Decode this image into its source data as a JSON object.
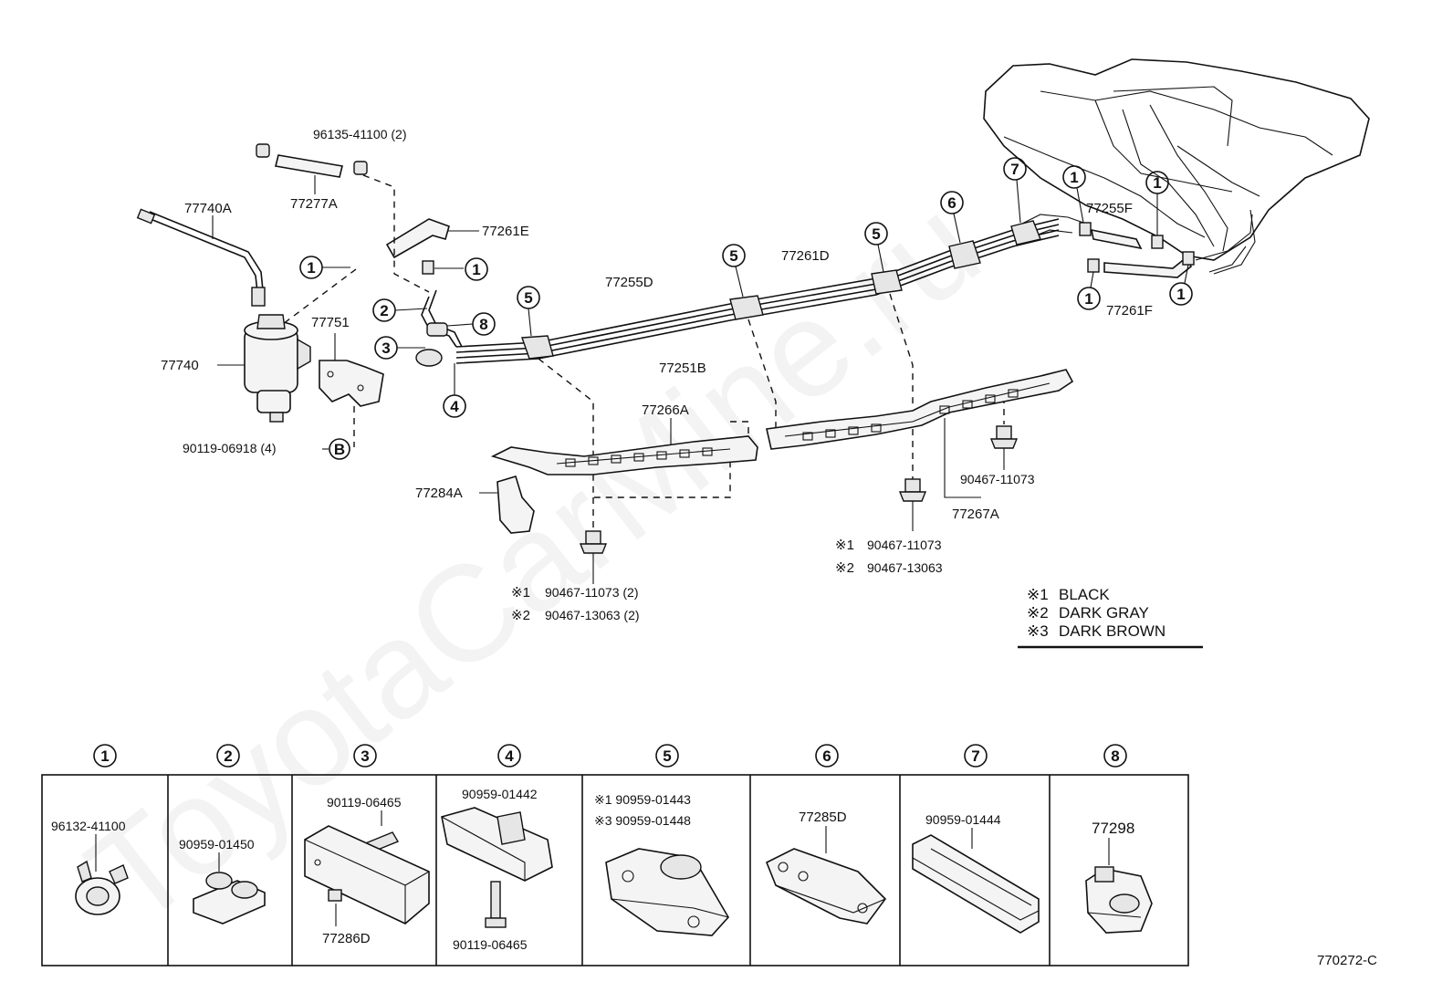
{
  "watermark": "ToyotaCarMine.ru",
  "diagram_id": "770272-C",
  "legend": [
    {
      "mark": "※1",
      "text": "BLACK"
    },
    {
      "mark": "※2",
      "text": "DARK GRAY"
    },
    {
      "mark": "※3",
      "text": "DARK BROWN"
    }
  ],
  "labels": {
    "p96135": "96135-41100 (2)",
    "p77277A": "77277A",
    "p77740A": "77740A",
    "p77261E": "77261E",
    "p77751": "77751",
    "p77740": "77740",
    "p90119_06918": "90119-06918 (4)",
    "ref_b": "B",
    "p77255D": "77255D",
    "p77251B": "77251B",
    "p77261D": "77261D",
    "p77255F": "77255F",
    "p77261F": "77261F",
    "p77266A": "77266A",
    "p77284A": "77284A",
    "p90467_a": "90467-11073",
    "p77267A": "77267A",
    "mid_1": "90467-11073",
    "mid_2": "90467-13063",
    "low_1": "90467-11073 (2)",
    "low_2": "90467-13063 (2)",
    "mark1": "※1",
    "mark2": "※2"
  },
  "callouts": [
    "1",
    "2",
    "3",
    "4",
    "5",
    "6",
    "7",
    "8"
  ],
  "parts_table": [
    {
      "num": "1",
      "parts": [
        "96132-41100"
      ]
    },
    {
      "num": "2",
      "parts": [
        "90959-01450"
      ]
    },
    {
      "num": "3",
      "parts": [
        "90119-06465",
        "77286D"
      ]
    },
    {
      "num": "4",
      "parts": [
        "90959-01442",
        "90119-06465"
      ]
    },
    {
      "num": "5",
      "parts": [
        "※1 90959-01443",
        "※3 90959-01448"
      ]
    },
    {
      "num": "6",
      "parts": [
        "77285D"
      ]
    },
    {
      "num": "7",
      "parts": [
        "90959-01444"
      ]
    },
    {
      "num": "8",
      "parts": [
        "77298"
      ]
    }
  ]
}
